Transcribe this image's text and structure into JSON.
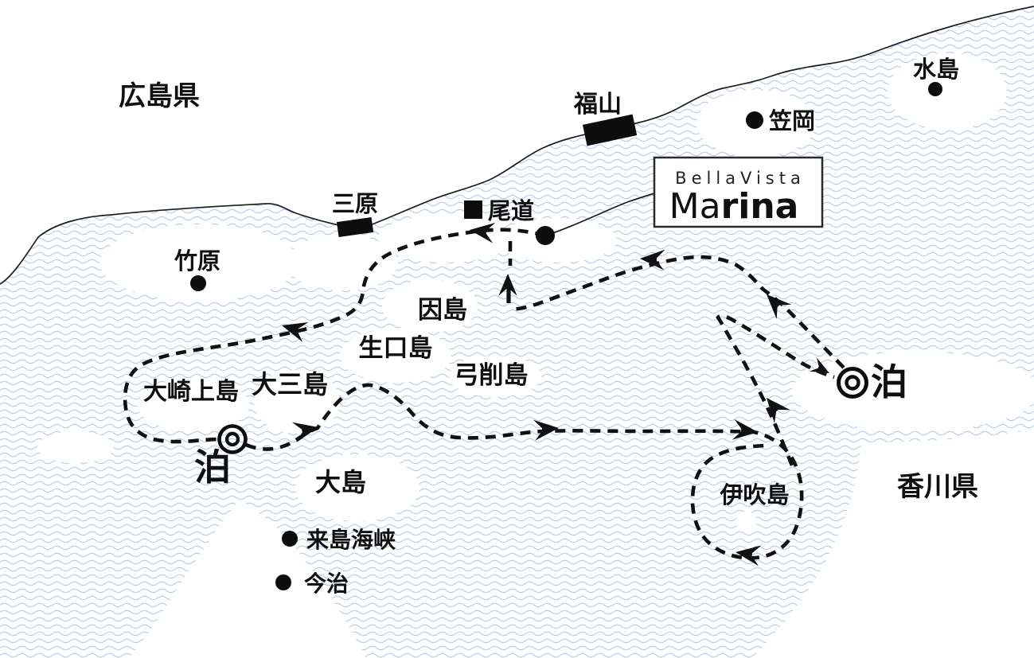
{
  "logo": {
    "line1": "BellaVista",
    "line2_regular": "Ma",
    "line2_bold": "rina"
  },
  "prefectures": {
    "hiroshima": "広島県",
    "kagawa": "香川県"
  },
  "cities": {
    "fukuyama": "福山",
    "mihara": "三原",
    "onomichi": "尾道",
    "takehara": "竹原",
    "kasaoka": "笠岡",
    "mizushima": "水島",
    "kurushima_strait": "来島海峡",
    "imabari": "今治"
  },
  "islands": {
    "innoshima": "因島",
    "ikuchijima": "生口島",
    "yugeshima": "弓削島",
    "osakikamijima": "大崎上島",
    "omishima": "大三島",
    "oshima": "大島",
    "ibukijima": "伊吹島"
  },
  "route": {
    "overnight_west": "泊",
    "overnight_east": "泊"
  },
  "colors": {
    "wave_blue": "#b5c7e4",
    "ink": "#111111"
  }
}
